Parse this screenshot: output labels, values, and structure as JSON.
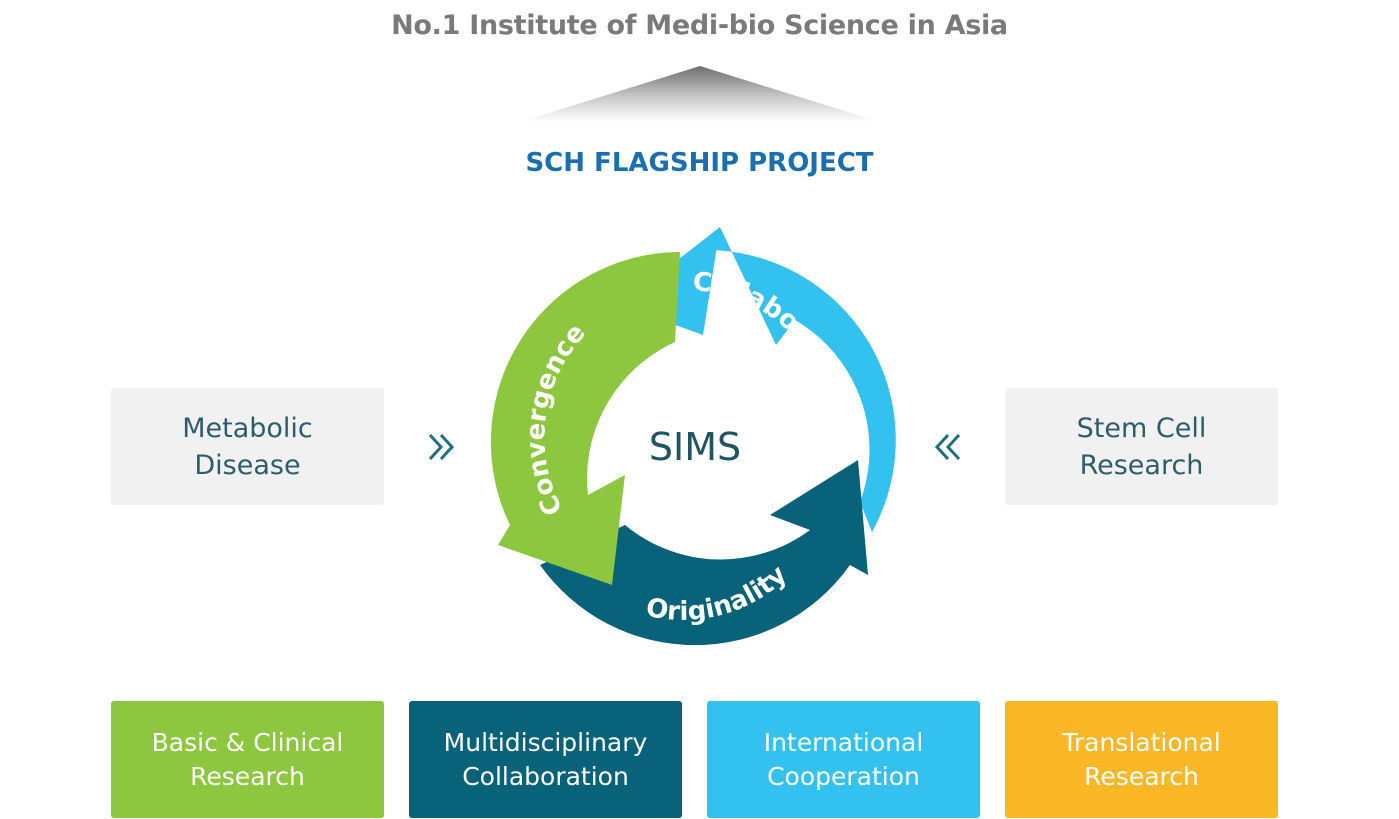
{
  "headline": "No.1 Institute of Medi-bio Science in Asia",
  "project_title": "SCH FLAGSHIP PROJECT",
  "left_box": {
    "line1": "Metabolic",
    "line2": "Disease"
  },
  "right_box": {
    "line1": "Stem Cell",
    "line2": "Research"
  },
  "left_chevron_icon": "double-chevron-right-icon",
  "right_chevron_icon": "double-chevron-left-icon",
  "cycle": {
    "center": "SIMS",
    "segments": [
      {
        "label": "Collaboration",
        "color": "#33c2f0"
      },
      {
        "label": "Originality",
        "color": "#07627a"
      },
      {
        "label": "Convergence",
        "color": "#8dc63f"
      }
    ]
  },
  "bottom_boxes": [
    {
      "line1": "Basic & Clinical",
      "line2": "Research",
      "color": "#8dc63f"
    },
    {
      "line1": "Multidisciplinary",
      "line2": "Collaboration",
      "color": "#07627a"
    },
    {
      "line1": "International",
      "line2": "Cooperation",
      "color": "#33c2f0"
    },
    {
      "line1": "Translational",
      "line2": "Research",
      "color": "#fbb725"
    }
  ],
  "colors": {
    "headline": "#7a7a7a",
    "project_title": "#1a6fb0",
    "side_box_bg": "#f1f1f1",
    "side_box_text": "#2d5c6c"
  }
}
